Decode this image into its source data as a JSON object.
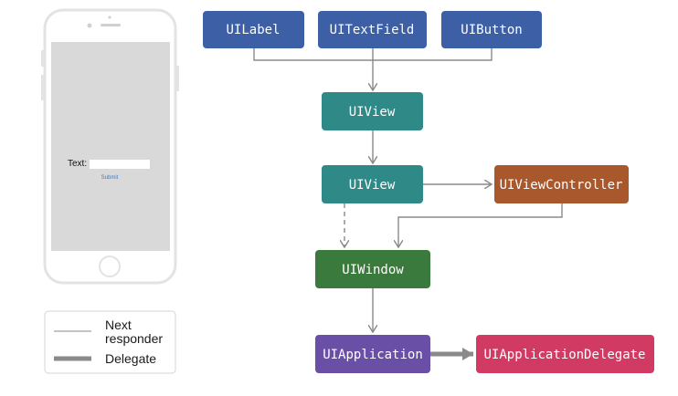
{
  "phone": {
    "text_label": "Text:",
    "text_field_value": "",
    "submit_label": "Submit"
  },
  "legend": {
    "next_responder_line1": "Next",
    "next_responder_line2": "responder",
    "delegate": "Delegate"
  },
  "nodes": {
    "uilabel": {
      "label": "UILabel",
      "color": "#3d5fa6"
    },
    "uitextfield": {
      "label": "UITextField",
      "color": "#3d5fa6"
    },
    "uibutton": {
      "label": "UIButton",
      "color": "#3d5fa6"
    },
    "uiview_top": {
      "label": "UIView",
      "color": "#2f8a87"
    },
    "uiview_mid": {
      "label": "UIView",
      "color": "#2f8a87"
    },
    "uiviewcontroller": {
      "label": "UIViewController",
      "color": "#a8582c"
    },
    "uiwindow": {
      "label": "UIWindow",
      "color": "#3a7a3c"
    },
    "uiapplication": {
      "label": "UIApplication",
      "color": "#6a4fa6"
    },
    "uiapplicationdelegate": {
      "label": "UIApplicationDelegate",
      "color": "#d03a63"
    }
  },
  "colors": {
    "arrow": "#8a8a8a",
    "phone_frame": "#e3e3e3",
    "phone_screen": "#d9d9d9",
    "legend_border": "#dddddd"
  }
}
